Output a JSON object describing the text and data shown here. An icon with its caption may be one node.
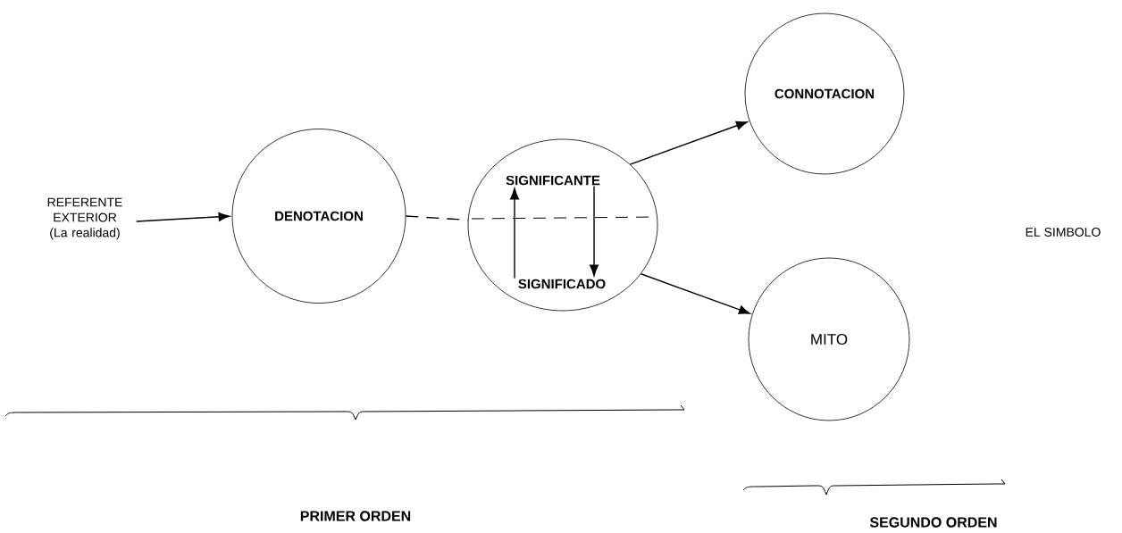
{
  "diagram": {
    "nodes": [
      {
        "text": [
          "REFERENTE EXTERIOR (La realidad)"
        ]
      },
      {
        "text": [
          "DENOTACION"
        ]
      },
      {
        "text": [],
        "shape": "circle"
      },
      {
        "text": [
          "SIGNIFICANTE"
        ],
        "in": 2
      },
      {
        "text": [
          "SIGNIFICADO"
        ],
        "in": 2
      },
      {
        "text": [
          "CONNOTACION"
        ]
      },
      {
        "text": [
          "MITO"
        ]
      }
    ],
    "edges": [
      {
        "from": 0,
        "to": 1,
        "arrow": "to"
      },
      {
        "from": 1,
        "to": 2,
        "arrow": "none",
        "style": "dashed"
      },
      {
        "from": 4,
        "to": 3,
        "arrow": "to"
      },
      {
        "from": 3,
        "to": 4,
        "arrow": "to"
      },
      {
        "from": 2,
        "to": 5,
        "arrow": "to"
      },
      {
        "from": 2,
        "to": 6,
        "arrow": "to"
      }
    ],
    "labels": [
      "EL SIMBOLO",
      "PRIMER ORDEN",
      "SEGUNDO ORDEN"
    ]
  }
}
